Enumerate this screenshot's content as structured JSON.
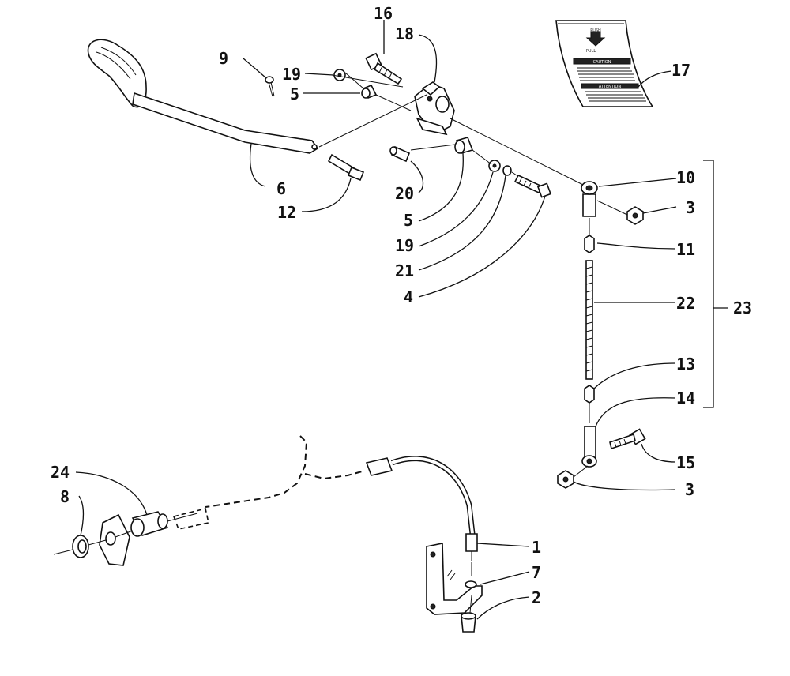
{
  "callouts": {
    "c1": "1",
    "c2": "2",
    "c3a": "3",
    "c3b": "3",
    "c4": "4",
    "c5a": "5",
    "c5b": "5",
    "c6": "6",
    "c7": "7",
    "c8": "8",
    "c9": "9",
    "c10": "10",
    "c11": "11",
    "c12": "12",
    "c13": "13",
    "c14": "14",
    "c15": "15",
    "c16": "16",
    "c17": "17",
    "c18": "18",
    "c19a": "19",
    "c19b": "19",
    "c20": "20",
    "c21": "21",
    "c22": "22",
    "c23": "23",
    "c24": "24"
  },
  "decal": {
    "push": "PUSH",
    "pull": "PULL",
    "caution": "CAUTION",
    "attention": "ATTENTION"
  }
}
